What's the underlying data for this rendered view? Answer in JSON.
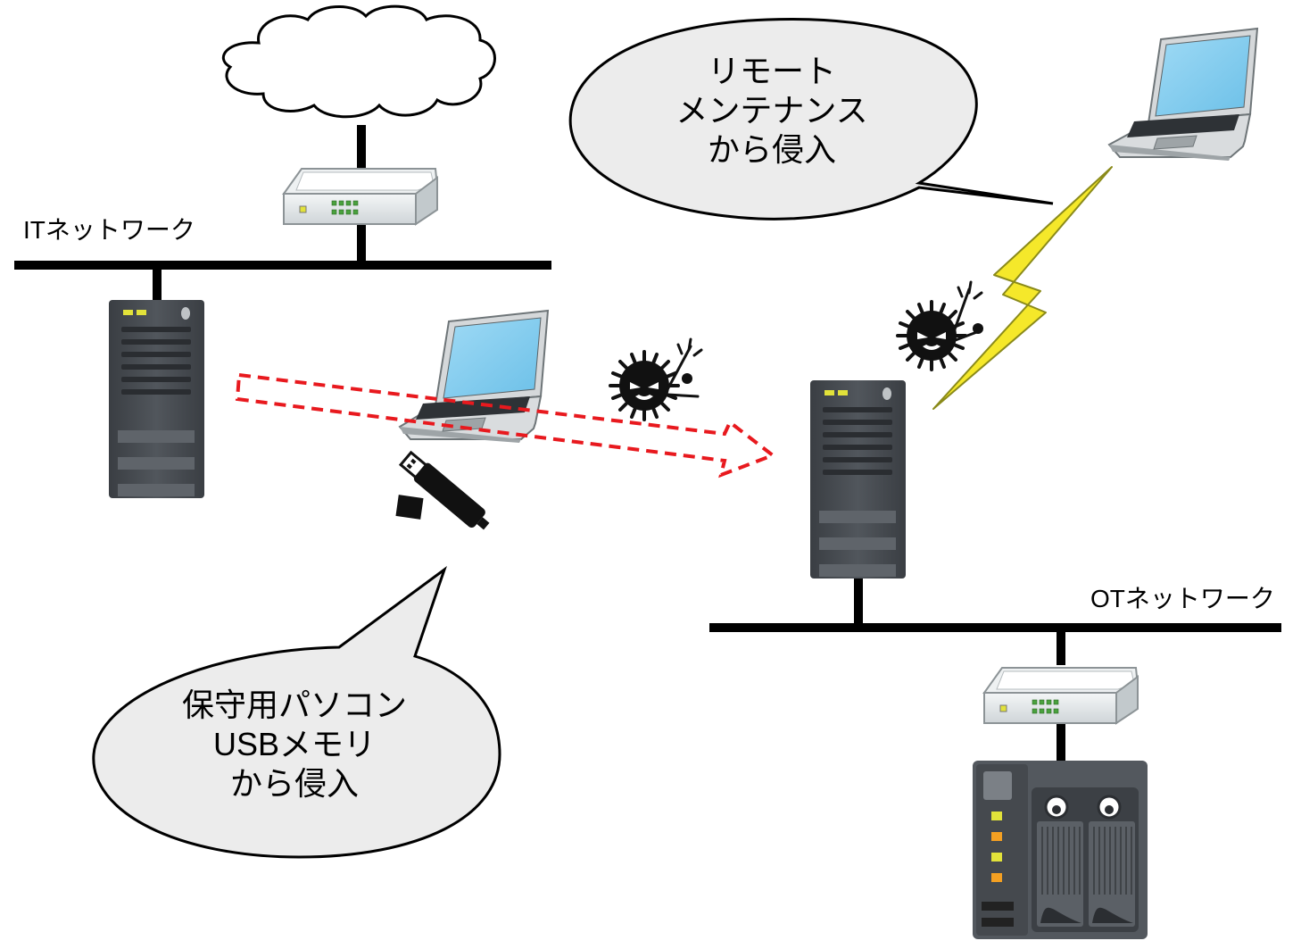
{
  "it_network": {
    "label": "ITネットワーク"
  },
  "ot_network": {
    "label": "OTネットワーク"
  },
  "bubble_remote": {
    "lines": [
      "リモート",
      "メンテナンス",
      "から侵入"
    ]
  },
  "bubble_usb": {
    "lines": [
      "保守用パソコン",
      "USBメモリ",
      "から侵入"
    ]
  },
  "colors": {
    "attack_path": "#e8191e",
    "lightning": "#f5e82a",
    "laptop_screen": "#7ecbee",
    "server_body": "#4a4f55",
    "led_yellow": "#e2e23a",
    "led_orange": "#f4a022",
    "bubble_fill": "#ececec"
  }
}
